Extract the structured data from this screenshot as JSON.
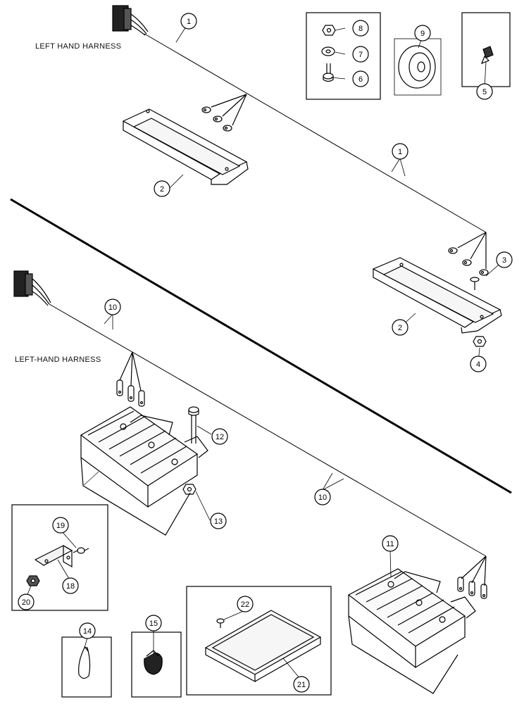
{
  "labels": {
    "harness_top": "LEFT HAND HARNESS",
    "harness_bottom": "LEFT-HAND HARNESS"
  },
  "callouts": {
    "c1a": "1",
    "c1b": "1",
    "c2a": "2",
    "c2b": "2",
    "c3": "3",
    "c4": "4",
    "c5": "5",
    "c6": "6",
    "c7": "7",
    "c8": "8",
    "c9": "9",
    "c10a": "10",
    "c10b": "10",
    "c11": "11",
    "c12": "12",
    "c13": "13",
    "c14": "14",
    "c15": "15",
    "c18": "18",
    "c19": "19",
    "c20": "20",
    "c21": "21",
    "c22": "22"
  }
}
